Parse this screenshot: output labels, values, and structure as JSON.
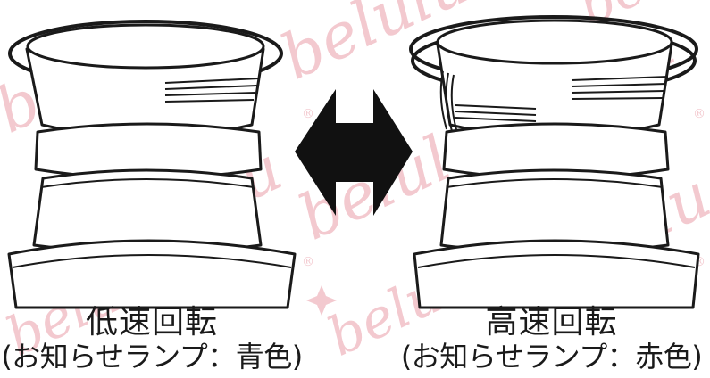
{
  "watermark": {
    "brand": "belulu",
    "registered_mark": "®",
    "color": "#f3c9cf"
  },
  "palette": {
    "stroke": "#1a1a1a",
    "fill": "#ffffff",
    "arrow": "#111111"
  },
  "left_panel": {
    "title": "低速回転",
    "note": "(お知らせランプ：青色)"
  },
  "right_panel": {
    "title": "高速回転",
    "note": "(お知らせランプ：赤色)"
  },
  "arrow": {
    "icon": "double-headed-arrow-icon"
  }
}
